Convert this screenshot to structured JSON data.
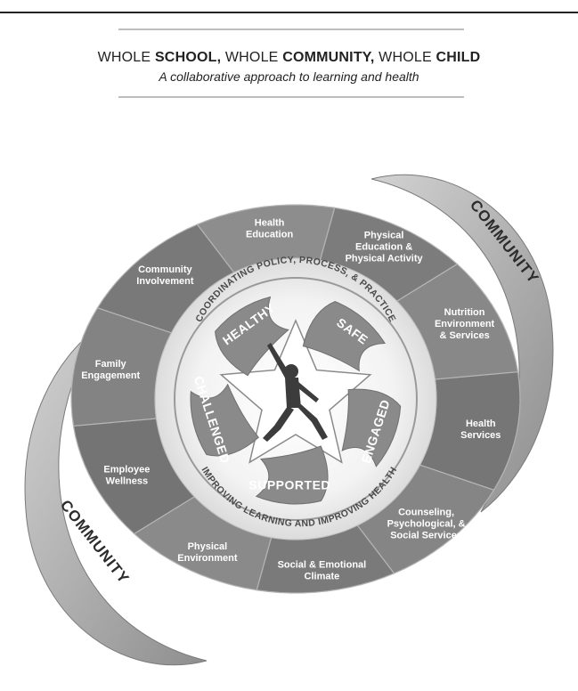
{
  "header": {
    "title_parts": [
      {
        "text": "WHOLE ",
        "bold": false
      },
      {
        "text": "SCHOOL,",
        "bold": true
      },
      {
        "text": " WHOLE ",
        "bold": false
      },
      {
        "text": "COMMUNITY,",
        "bold": true
      },
      {
        "text": " WHOLE ",
        "bold": false
      },
      {
        "text": "CHILD",
        "bold": true
      }
    ],
    "subtitle": "A collaborative approach to learning and health"
  },
  "diagram": {
    "community_label": "COMMUNITY",
    "segments": [
      [
        "Health",
        "Education"
      ],
      [
        "Physical",
        "Education &",
        "Physical Activity"
      ],
      [
        "Nutrition",
        "Environment",
        "& Services"
      ],
      [
        "Health",
        "Services"
      ],
      [
        "Counseling,",
        "Psychological, &",
        "Social Services"
      ],
      [
        "Social & Emotional",
        "Climate"
      ],
      [
        "Physical",
        "Environment"
      ],
      [
        "Employee",
        "Wellness"
      ],
      [
        "Family",
        "Engagement"
      ],
      [
        "Community",
        "Involvement"
      ]
    ],
    "ring_top": "COORDINATING POLICY, PROCESS, & PRACTICE",
    "ring_bottom": "IMPROVING LEARNING AND IMPROVING HEALTH",
    "tenets": [
      "HEALTHY",
      "SAFE",
      "ENGAGED",
      "SUPPORTED",
      "CHALLENGED"
    ]
  }
}
